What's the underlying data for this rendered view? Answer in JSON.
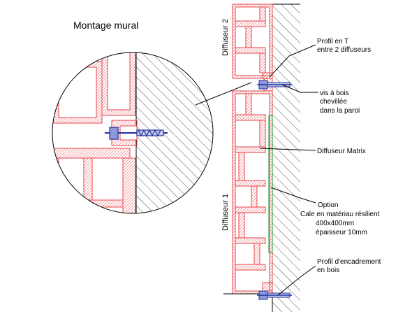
{
  "title": "Montage mural",
  "labels": {
    "diffuseur2": "Diffuseur 2",
    "diffuseur1": "Diffuseur 1",
    "profil_t_line1": "Profil en T",
    "profil_t_line2": "entre 2 diffuseurs",
    "vis_line1": "vis à bois",
    "vis_line2": "chevillée",
    "vis_line3": "dans la paroi",
    "diffuseur_matrix": "Diffuseur Matrix",
    "option_line1": "Option",
    "option_line2": "Cale en matériau résilient",
    "option_line3": "400x400mm",
    "option_line4": "épaisseur 10mm",
    "profil_enc_line1": "Profil d'encadrement",
    "profil_enc_line2": "en bois"
  },
  "colors": {
    "diffuser": "#e8454b",
    "hatch": "#e8454b",
    "wall": "#333333",
    "screw": "#1f2fa0",
    "option_pad": "#3fa84a",
    "leader": "#000000"
  }
}
